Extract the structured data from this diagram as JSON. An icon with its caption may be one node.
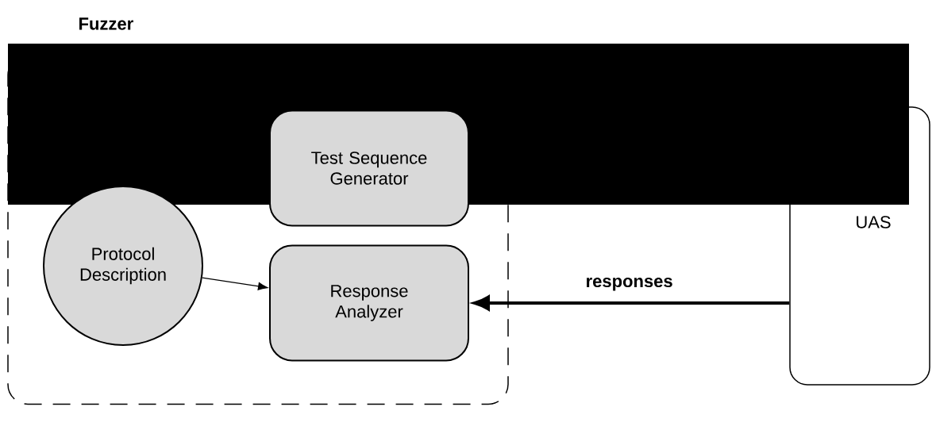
{
  "diagram": {
    "nodes": [
      {
        "text": [
          "Fuzzer"
        ]
      },
      {
        "text": [
          "Test Sequence Generator"
        ],
        "in": 0
      },
      {
        "text": [
          "Protocol Description"
        ],
        "in": 0
      },
      {
        "text": [
          "Response Analyzer"
        ],
        "in": 0
      },
      {
        "text": [
          "UAS"
        ]
      }
    ],
    "edges": [
      {
        "from": 2,
        "to": 3,
        "arrow": "to"
      },
      {
        "from": 4,
        "to": 3,
        "arrow": "to",
        "label": "responses",
        "style": "thick"
      }
    ]
  }
}
